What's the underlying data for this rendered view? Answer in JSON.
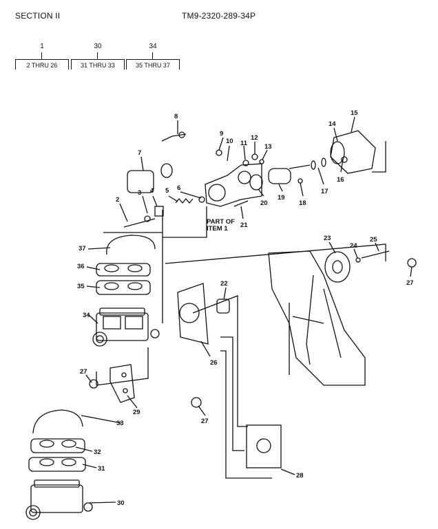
{
  "header": {
    "section": "SECTION II",
    "tm": "TM9-2320-289-34P"
  },
  "index_boxes": [
    {
      "number": "1",
      "range": "2 THRU 26"
    },
    {
      "number": "30",
      "range": "31 THRU 33"
    },
    {
      "number": "34",
      "range": "35 THRU 37"
    }
  ],
  "callouts": {
    "c1": "1",
    "c2": "2",
    "c3": "3",
    "c4": "4",
    "c5": "5",
    "c6": "6",
    "c7": "7",
    "c8": "8",
    "c9": "9",
    "c10": "10",
    "c11": "11",
    "c12": "12",
    "c13": "13",
    "c14": "14",
    "c15": "15",
    "c16": "16",
    "c17": "17",
    "c18": "18",
    "c19": "19",
    "c20": "20",
    "c21": "21",
    "c22": "22",
    "c23": "23",
    "c24": "24",
    "c25": "25",
    "c26": "26",
    "c27a": "27",
    "c27b": "27",
    "c27c": "27",
    "c28": "28",
    "c29": "29",
    "c30": "30",
    "c31": "31",
    "c32": "32",
    "c33": "33",
    "c34": "34",
    "c35": "35",
    "c36": "36",
    "c37": "37"
  },
  "part_of_label": {
    "line1": "PART OF",
    "line2": "ITEM 1"
  }
}
